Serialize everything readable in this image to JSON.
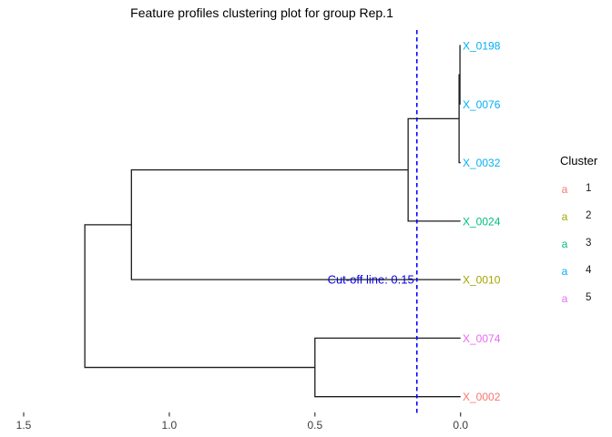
{
  "title": "Feature profiles clustering plot for group Rep.1",
  "chart_data": {
    "type": "dendrogram",
    "orientation": "horizontal",
    "title": "Feature profiles clustering plot for group Rep.1",
    "xlabel": "",
    "ylabel": "",
    "axis": {
      "side": "bottom",
      "reversed": true,
      "range": [
        1.5,
        0.0
      ],
      "ticks": [
        {
          "value": 1.5,
          "label": "1.5"
        },
        {
          "value": 1.0,
          "label": "1.0"
        },
        {
          "value": 0.5,
          "label": "0.5"
        },
        {
          "value": 0.0,
          "label": "0.0"
        }
      ]
    },
    "leaves": [
      {
        "label": "X_0198",
        "cluster": "4",
        "color": "#00B0F6"
      },
      {
        "label": "X_0076",
        "cluster": "4",
        "color": "#00B0F6"
      },
      {
        "label": "X_0032",
        "cluster": "4",
        "color": "#00B0F6"
      },
      {
        "label": "X_0024",
        "cluster": "3",
        "color": "#00BF7D"
      },
      {
        "label": "X_0010",
        "cluster": "2",
        "color": "#A3A500"
      },
      {
        "label": "X_0074",
        "cluster": "5",
        "color": "#E76BF3"
      },
      {
        "label": "X_0002",
        "cluster": "1",
        "color": "#F8766D"
      }
    ],
    "merges": [
      {
        "a": "X_0198",
        "b": "X_0076",
        "height": 0.002
      },
      {
        "a": "node0",
        "b": "X_0032",
        "height": 0.005
      },
      {
        "a": "node1",
        "b": "X_0024",
        "height": 0.18
      },
      {
        "a": "X_0074",
        "b": "X_0002",
        "height": 0.5
      },
      {
        "a": "node2",
        "b": "X_0010",
        "height": 1.13
      },
      {
        "a": "node4",
        "b": "node3",
        "height": 1.29
      }
    ],
    "cutoff": {
      "value": 0.15,
      "label": "Cut-off line: 0.15",
      "color": "#0000ff"
    },
    "line_color": "#1c1c1c",
    "tick_color": "#3c3c3c"
  },
  "legend": {
    "title": "Cluster",
    "key_glyph": "a",
    "entries": [
      {
        "label": "1",
        "color": "#F8766D"
      },
      {
        "label": "2",
        "color": "#A3A500"
      },
      {
        "label": "3",
        "color": "#00BF7D"
      },
      {
        "label": "4",
        "color": "#00B0F6"
      },
      {
        "label": "5",
        "color": "#E76BF3"
      }
    ]
  }
}
